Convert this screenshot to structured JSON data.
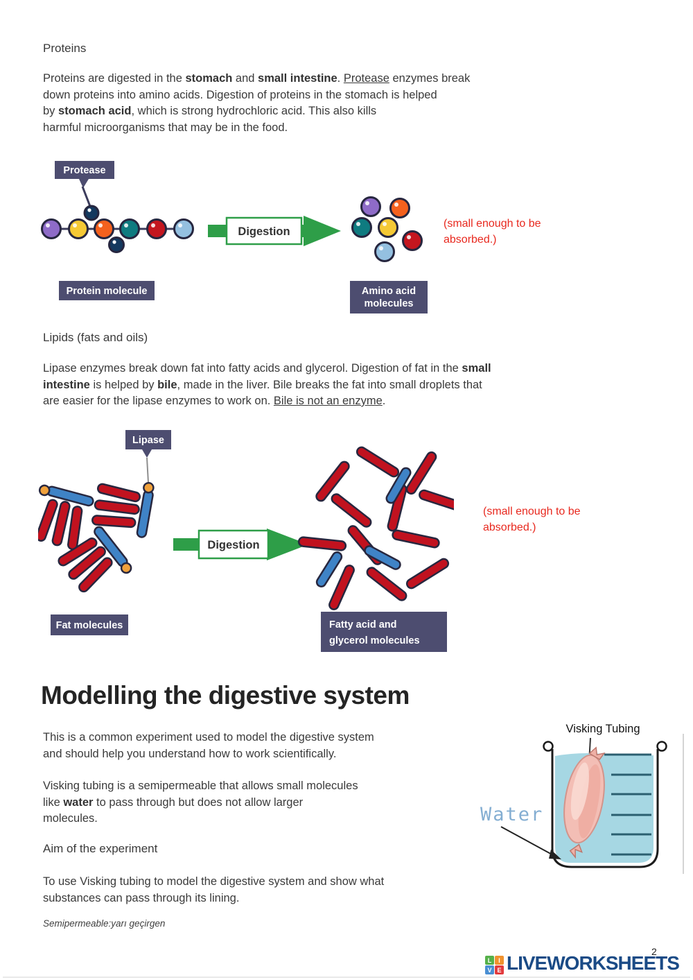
{
  "page": {
    "number": "2"
  },
  "proteins": {
    "heading": "Proteins",
    "p": {
      "l1s1": "Proteins are digested in the ",
      "l1s2": "stomach",
      "l1s3": " and ",
      "l1s4": "small intestine",
      "l1s5": ". ",
      "l1s6": "Protease",
      "l1s7": " enzymes break",
      "l2": "down proteins into amino acids. Digestion of proteins in the stomach is helped",
      "l3s1": "by ",
      "l3s2": "stomach acid",
      "l3s3": ", which is strong hydrochloric acid. This also kills",
      "l4": "harmful microorganisms that may be in the food."
    },
    "diagram": {
      "enzyme_label": "Protease",
      "arrow_label": "Digestion",
      "left_label": "Protein molecule",
      "right_label_line1": "Amino acid",
      "right_label_line2": "molecules"
    },
    "note": "(small enough to be absorbed.)"
  },
  "lipids": {
    "heading": "Lipids (fats and oils)",
    "p": {
      "l1s1": "Lipase enzymes break down fat into fatty acids and glycerol. Digestion of fat in the ",
      "l1s2": "small",
      "l2s1": "intestine",
      "l2s2": " is helped by ",
      "l2s3": "bile",
      "l2s4": ", made in the liver. Bile breaks the fat into small droplets that",
      "l3s1": "are easier for the lipase enzymes to work on. ",
      "l3s2": "Bile is not an enzyme",
      "l3s3": "."
    },
    "diagram": {
      "enzyme_label": "Lipase",
      "arrow_label": "Digestion",
      "left_label": "Fat molecules",
      "right_label_line1": "Fatty acid and",
      "right_label_line2": "glycerol molecules"
    },
    "note": "(small enough to be absorbed.)"
  },
  "modelling": {
    "heading": "Modelling the digestive system",
    "p1l1": "This is a common experiment used to model the digestive system",
    "p1l2": "and should help you understand how to work scientifically.",
    "p2l1": "Visking tubing is a semipermeable that allows small molecules",
    "p2l2s1": "like ",
    "p2l2s2": "water",
    "p2l2s3": " to pass through but does not allow larger",
    "p2l3": "molecules.",
    "aim_heading": "Aim of the experiment",
    "p3l1": "To use Visking tubing to model the digestive system and show what",
    "p3l2": "substances can pass through its lining.",
    "translation_note": "Semipermeable:yarı geçirgen",
    "beaker": {
      "top_label": "Visking Tubing",
      "water_label": "Water"
    }
  },
  "footer": {
    "tiles": [
      {
        "letter": "L",
        "color": "#56b14a"
      },
      {
        "letter": "I",
        "color": "#f0922f"
      },
      {
        "letter": "V",
        "color": "#4a8fd3"
      },
      {
        "letter": "E",
        "color": "#e23b3e"
      }
    ],
    "brand": "LIVEWORKSHEETS"
  },
  "colors": {
    "label_box_slate": "#4d4d70",
    "arrow_green": "#2e9e48",
    "note_red": "#e8281e",
    "brand_navy": "#1b4b86",
    "water_fill": "#a6d7e3",
    "bead_purple": "#8e6bc8",
    "bead_yellow": "#f5c935",
    "bead_orange": "#f4611e",
    "bead_teal": "#0f7b80",
    "bead_red": "#c4161f",
    "bead_lightblue": "#94c0e0",
    "bead_navy": "#14395f",
    "rod_red": "#c1121f",
    "rod_blue": "#3f83c6",
    "glycerol_ball_orange": "#f0a13b"
  }
}
